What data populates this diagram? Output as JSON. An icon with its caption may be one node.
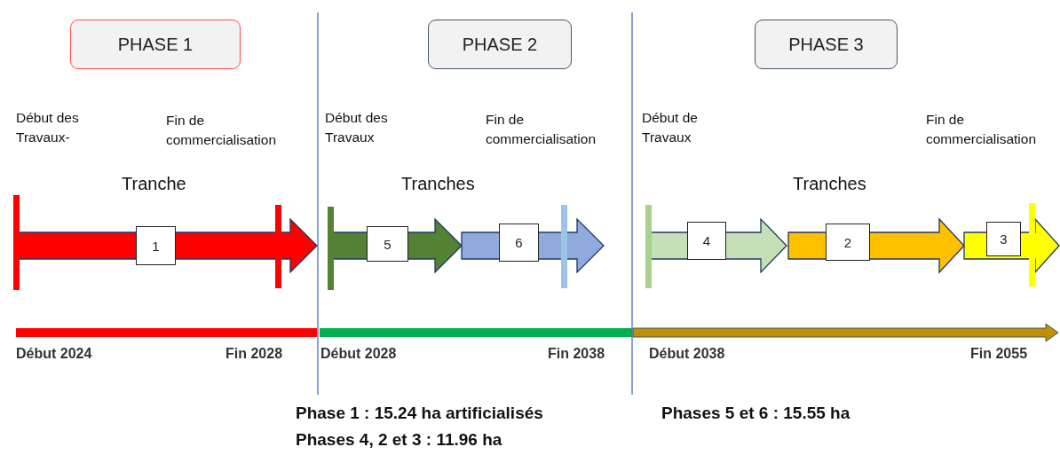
{
  "diagram": {
    "nodes": [
      {
        "text": [
          "PHASE 1"
        ]
      },
      {
        "text": [
          "PHASE 2"
        ]
      },
      {
        "text": [
          "PHASE 3"
        ]
      },
      {
        "text": [
          "1"
        ]
      },
      {
        "text": [
          "5"
        ]
      },
      {
        "text": [
          "6"
        ]
      },
      {
        "text": [
          "4"
        ]
      },
      {
        "text": [
          "2"
        ]
      },
      {
        "text": [
          "3"
        ]
      }
    ],
    "labels": [
      "Début des Travaux-",
      "Fin de commercialisation",
      "Début des Travaux",
      "Fin de commercialisation",
      "Début de Travaux",
      "Fin de commercialisation",
      "Tranche",
      "Tranches",
      "Tranches",
      "Début 2024",
      "Fin 2028",
      "Début 2028",
      "Fin 2038",
      "Début 2038",
      "Fin 2055",
      "Phase 1 : 15.24 ha artificialisés",
      "Phases 5 et 6 : 15.55 ha",
      "Phases 4, 2 et 3 : 11.96 ha"
    ]
  }
}
